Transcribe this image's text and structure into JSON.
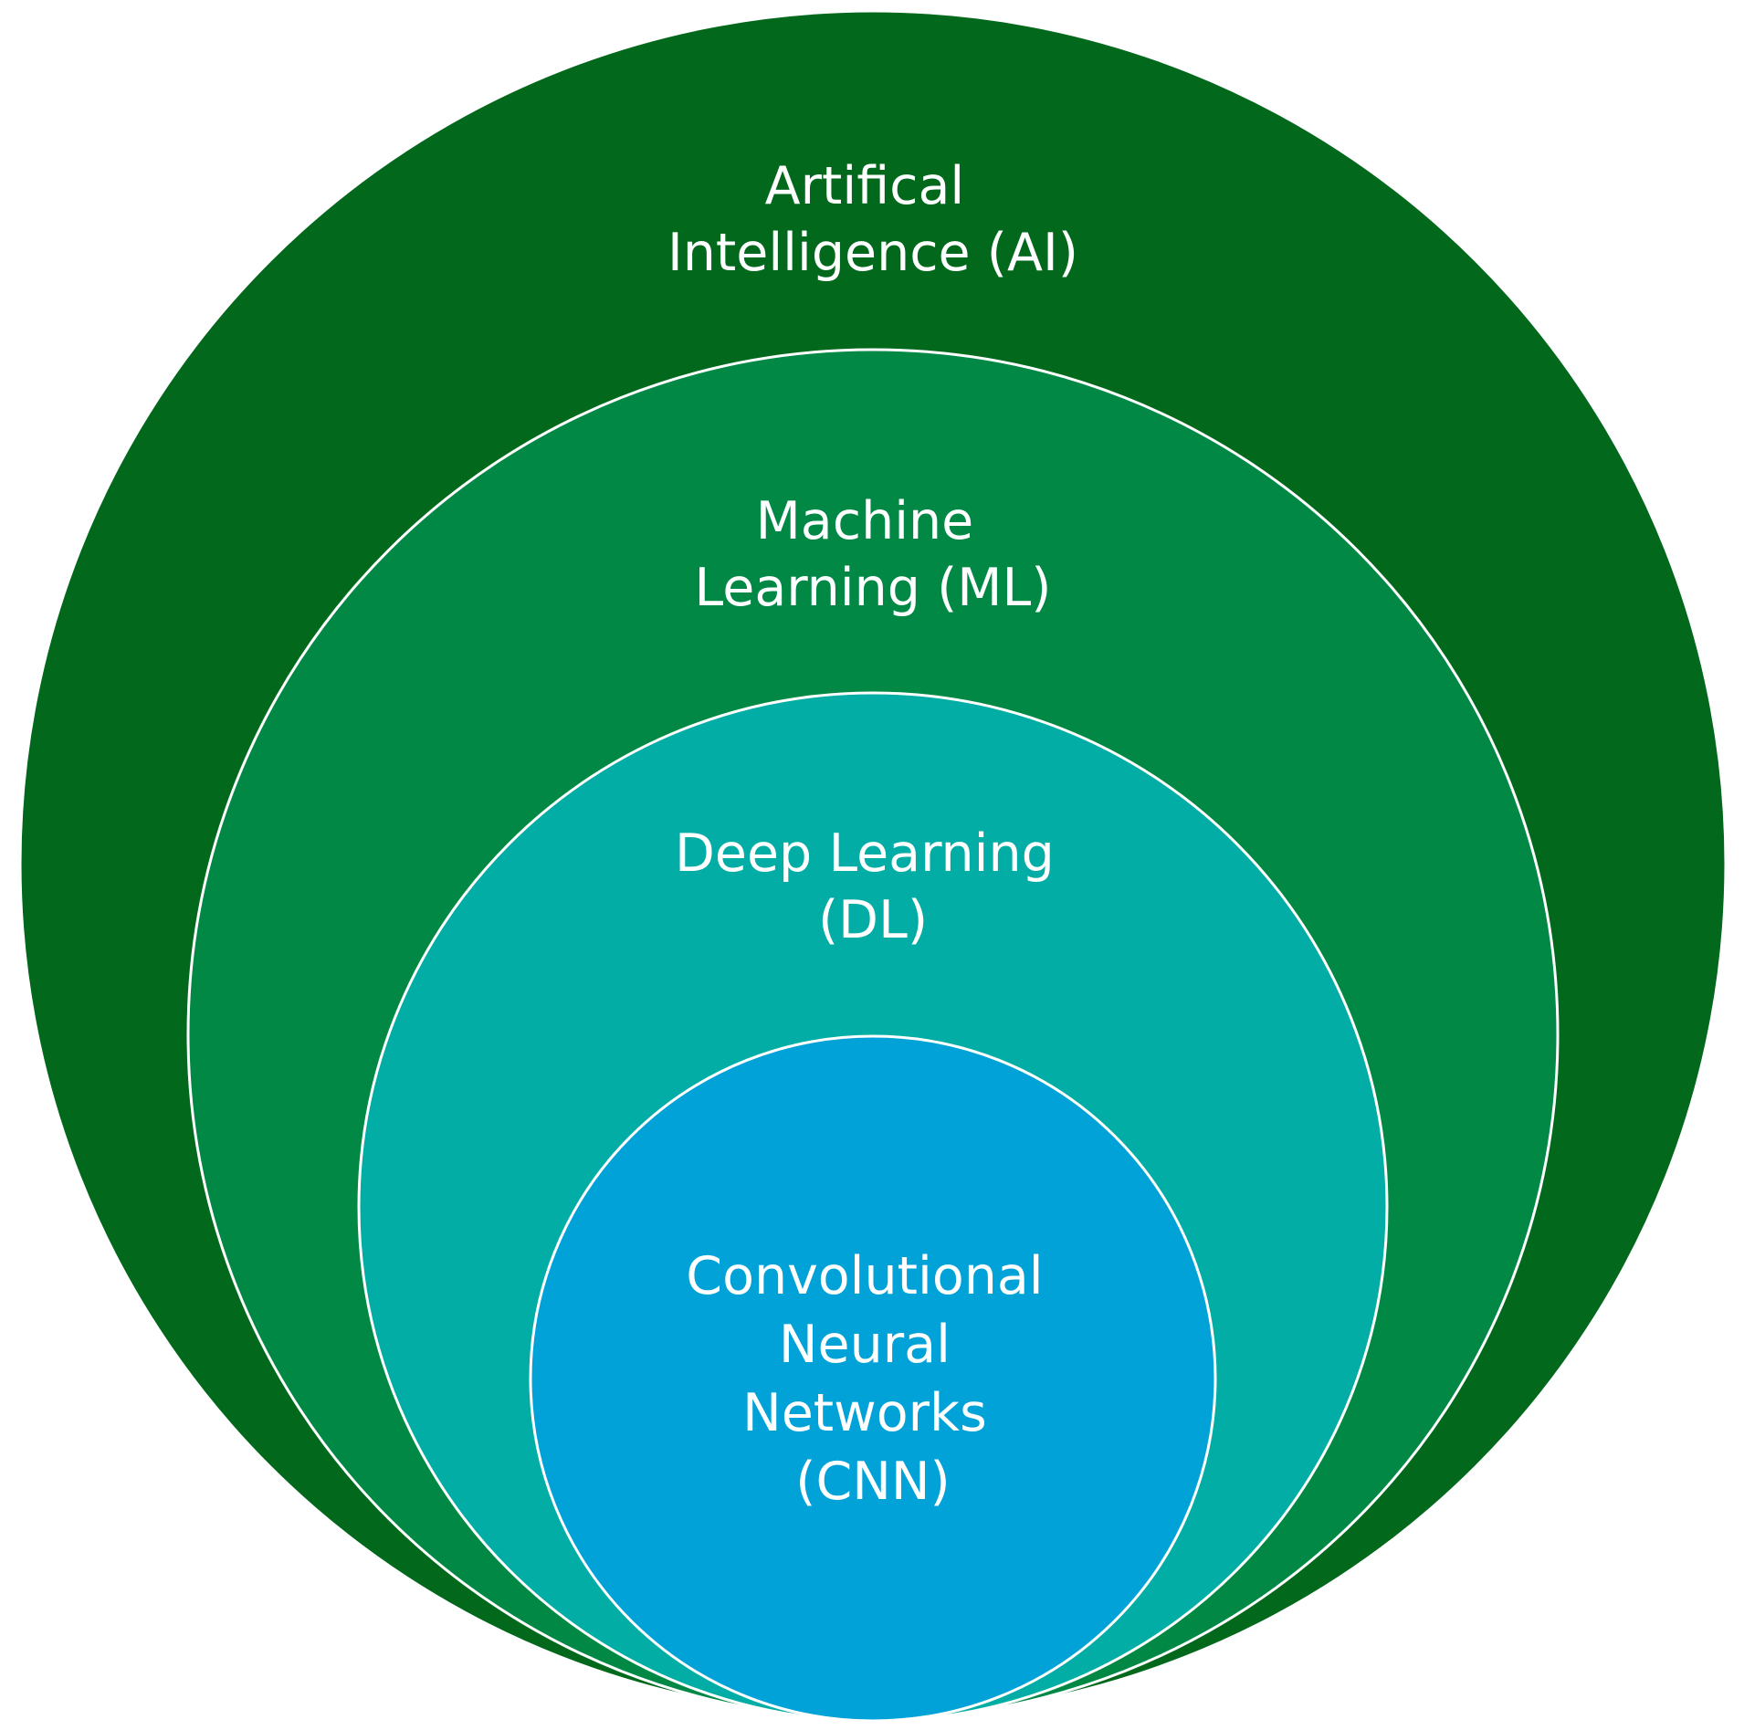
{
  "diagram": {
    "type": "nested-circles",
    "layers": [
      {
        "id": "ai",
        "lines": [
          "Artifical",
          "Intelligence (AI)"
        ],
        "fill": "#02691c"
      },
      {
        "id": "ml",
        "lines": [
          "Machine",
          "Learning (ML)"
        ],
        "fill": "#018845"
      },
      {
        "id": "dl",
        "lines": [
          "Deep Learning",
          "(DL)"
        ],
        "fill": "#01ada4"
      },
      {
        "id": "cnn",
        "lines": [
          "Convolutional",
          "Neural",
          "Networks",
          "(CNN)"
        ],
        "fill": "#01a2d8"
      }
    ],
    "border_color": "#ffffff"
  }
}
